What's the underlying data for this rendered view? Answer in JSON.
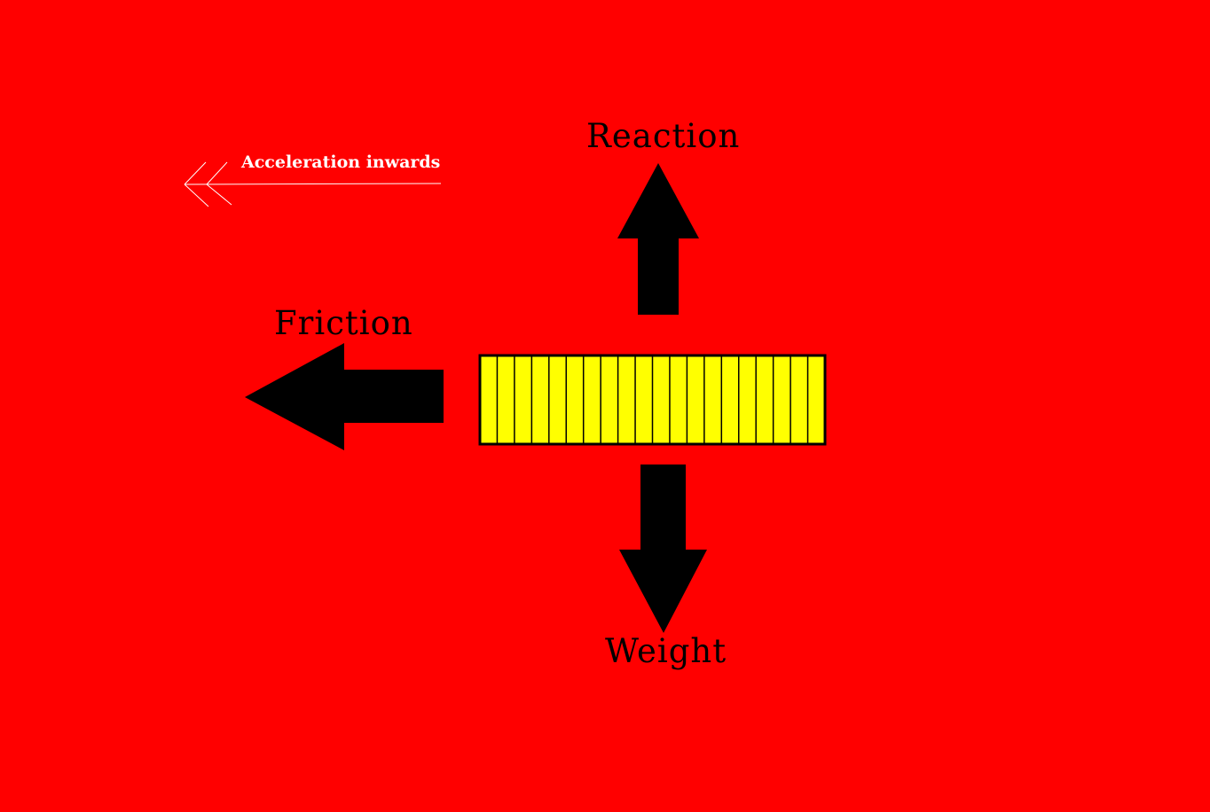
{
  "labels": {
    "reaction": "Reaction",
    "friction": "Friction",
    "weight": "Weight",
    "acceleration": "Acceleration inwards"
  },
  "colors": {
    "background": "#ff0000",
    "arrow": "#000000",
    "block_fill": "#ffff00",
    "block_stroke": "#000000",
    "acceleration_arrow": "#ffffff"
  },
  "block": {
    "segments": 20
  }
}
